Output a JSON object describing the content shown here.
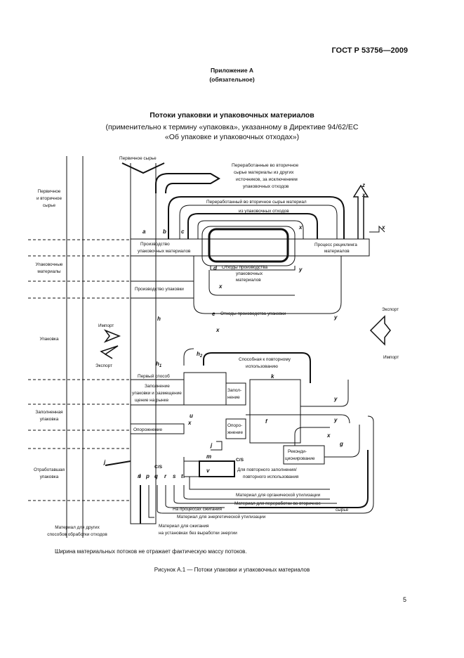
{
  "header": {
    "standard": "ГОСТ Р 53756—2009"
  },
  "appendix": {
    "name": "Приложение А",
    "status": "(обязательное)"
  },
  "title": "Потоки упаковки и упаковочных материалов",
  "subtitle": [
    "(применительно к термину «упаковка», указанному в Директиве 94/62/ЕС",
    "«Об упаковке и упаковочных отходах»)"
  ],
  "stages": {
    "primary": [
      "Первичное",
      "и вторичное",
      "сырье"
    ],
    "materials": [
      "Упаковочные",
      "материалы"
    ],
    "packaging": "Упаковка",
    "filled": [
      "Заполненная",
      "упаковка"
    ],
    "spent": [
      "Отработавшая",
      "упаковка"
    ],
    "other": [
      "Материал для других",
      "способов обработки отходов"
    ]
  },
  "flows": {
    "primary_raw": "Первичное сырье",
    "recycled_other": [
      "Переработанные во вторичное",
      "сырье материалы из других",
      "источников, за исключением",
      "упаковочных отходов"
    ],
    "recycled_from_waste": [
      "Переработанный во вторичное сырье материал",
      "из упаковочных отходов"
    ],
    "production_materials": [
      "Производство",
      "упаковочных материалов"
    ],
    "recycling_process": [
      "Процесс рециклинга",
      "материалов"
    ],
    "production_waste_materials": [
      "Отходы производства",
      "упаковочных",
      "материалов"
    ],
    "production_packaging": "Производство упаковки",
    "production_waste_packaging": "Отходы производства упаковки",
    "import_left": "Импорт",
    "export_left": "Экспорт",
    "export_right": "Экспорт",
    "import_right": "Импорт",
    "reusable": [
      "Способная к повторному",
      "использованию"
    ],
    "first_way": "Первый способ",
    "filling_market": [
      "Заполнение",
      "упаковки и размещение",
      "щение на рынке"
    ],
    "filling": [
      "Запол-",
      "нение"
    ],
    "emptying_left": "Опорожнение",
    "emptying": [
      "Опоро-",
      "жнение"
    ],
    "reconditioning": [
      "Реконди-",
      "ционирование"
    ],
    "cs": "C/S",
    "refill": [
      "Для повторного заполнения/",
      "повторного использования"
    ],
    "organic": "Материал для органической утилизации",
    "material_recycling": [
      "Материал для переработки во вторичное",
      "сырье"
    ],
    "process_incineration": "На процессах сжигания",
    "energy": "Материал для энергетической утилизации",
    "burn": [
      "Материал для сжигания",
      "на установках без выработки энергии"
    ]
  },
  "letters": {
    "a": "a",
    "b": "b",
    "c": "c",
    "d": "d",
    "e": "e",
    "f": "f",
    "g": "g",
    "h": "h",
    "h1": "h",
    "h1sub": "1",
    "h2": "h",
    "h2sub": "2",
    "j": "j",
    "k": "k",
    "l": "l",
    "m": "m",
    "n": "n",
    "p": "p",
    "q": "q",
    "r": "r",
    "s": "s",
    "t": "t",
    "u": "u",
    "v": "v",
    "x": "x",
    "y": "y",
    "z": "z"
  },
  "note": "Ширина материальных потоков не отражает фактическую массу потоков.",
  "caption": "Рисунок А.1 — Потоки упаковки и упаковочных материалов",
  "page_number": "5"
}
